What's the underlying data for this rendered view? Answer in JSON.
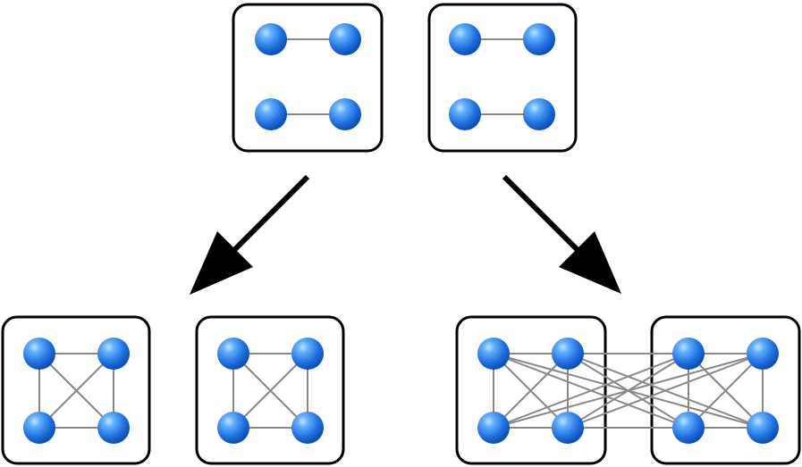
{
  "colors": {
    "node_base": "#1f6fe0",
    "node_highlight": "#9fd0ff",
    "edge": "#888888",
    "box_border": "#000000",
    "arrow": "#000000"
  },
  "diagram": {
    "top_row": {
      "description_none": "",
      "units": [
        {
          "id": "top-left",
          "nodes": 4,
          "edges": "pairs-horizontal"
        },
        {
          "id": "top-right",
          "nodes": 4,
          "edges": "pairs-horizontal"
        }
      ]
    },
    "bottom_left": {
      "units": [
        {
          "id": "bottom-left-a",
          "nodes": 4,
          "edges": "complete"
        },
        {
          "id": "bottom-left-b",
          "nodes": 4,
          "edges": "complete"
        }
      ]
    },
    "bottom_right": {
      "units": [
        {
          "id": "bottom-right-a",
          "nodes": 4,
          "edges": "complete"
        },
        {
          "id": "bottom-right-b",
          "nodes": 4,
          "edges": "complete"
        }
      ],
      "cross_edges": "complete-bipartite"
    },
    "arrows": [
      {
        "from": "top",
        "to": "bottom-left"
      },
      {
        "from": "top",
        "to": "bottom-right"
      }
    ]
  }
}
